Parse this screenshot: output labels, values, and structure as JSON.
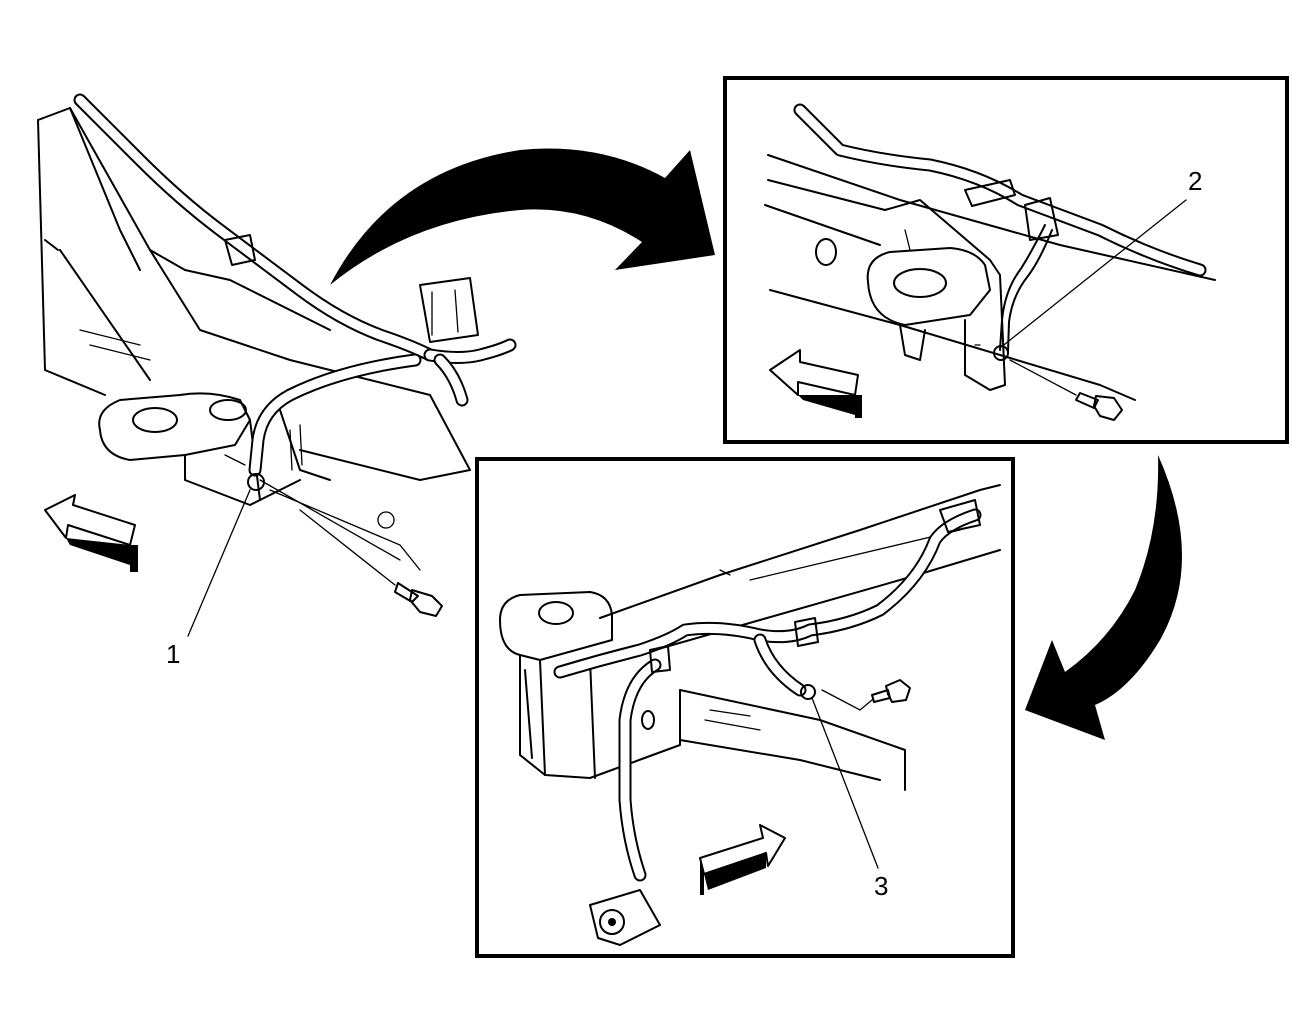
{
  "callouts": {
    "c1": {
      "label": "1"
    },
    "c2": {
      "label": "2"
    },
    "c3": {
      "label": "3"
    }
  },
  "colors": {
    "ink": "#000000",
    "paper": "#ffffff"
  }
}
